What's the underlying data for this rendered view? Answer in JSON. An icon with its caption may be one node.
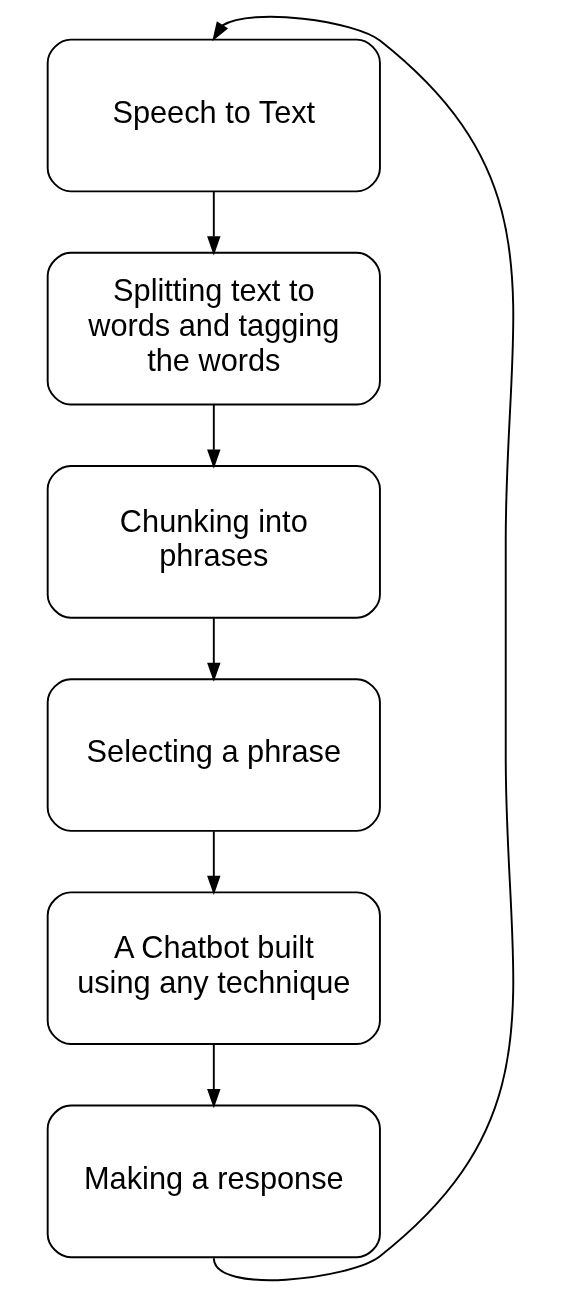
{
  "diagram": {
    "nodes": [
      {
        "text": [
          "Speech to Text"
        ]
      },
      {
        "text": [
          "Splitting text to words and tagging the words"
        ]
      },
      {
        "text": [
          "Chunking into phrases"
        ]
      },
      {
        "text": [
          "Selecting a phrase"
        ]
      },
      {
        "text": [
          "A Chatbot built using any technique"
        ]
      },
      {
        "text": [
          "Making a response"
        ]
      }
    ],
    "edges": [
      {
        "from": 0,
        "to": 1,
        "arrow": "to"
      },
      {
        "from": 1,
        "to": 2,
        "arrow": "to"
      },
      {
        "from": 2,
        "to": 3,
        "arrow": "to"
      },
      {
        "from": 3,
        "to": 4,
        "arrow": "to"
      },
      {
        "from": 4,
        "to": 5,
        "arrow": "to"
      },
      {
        "from": 5,
        "to": 0,
        "arrow": "to"
      }
    ]
  }
}
